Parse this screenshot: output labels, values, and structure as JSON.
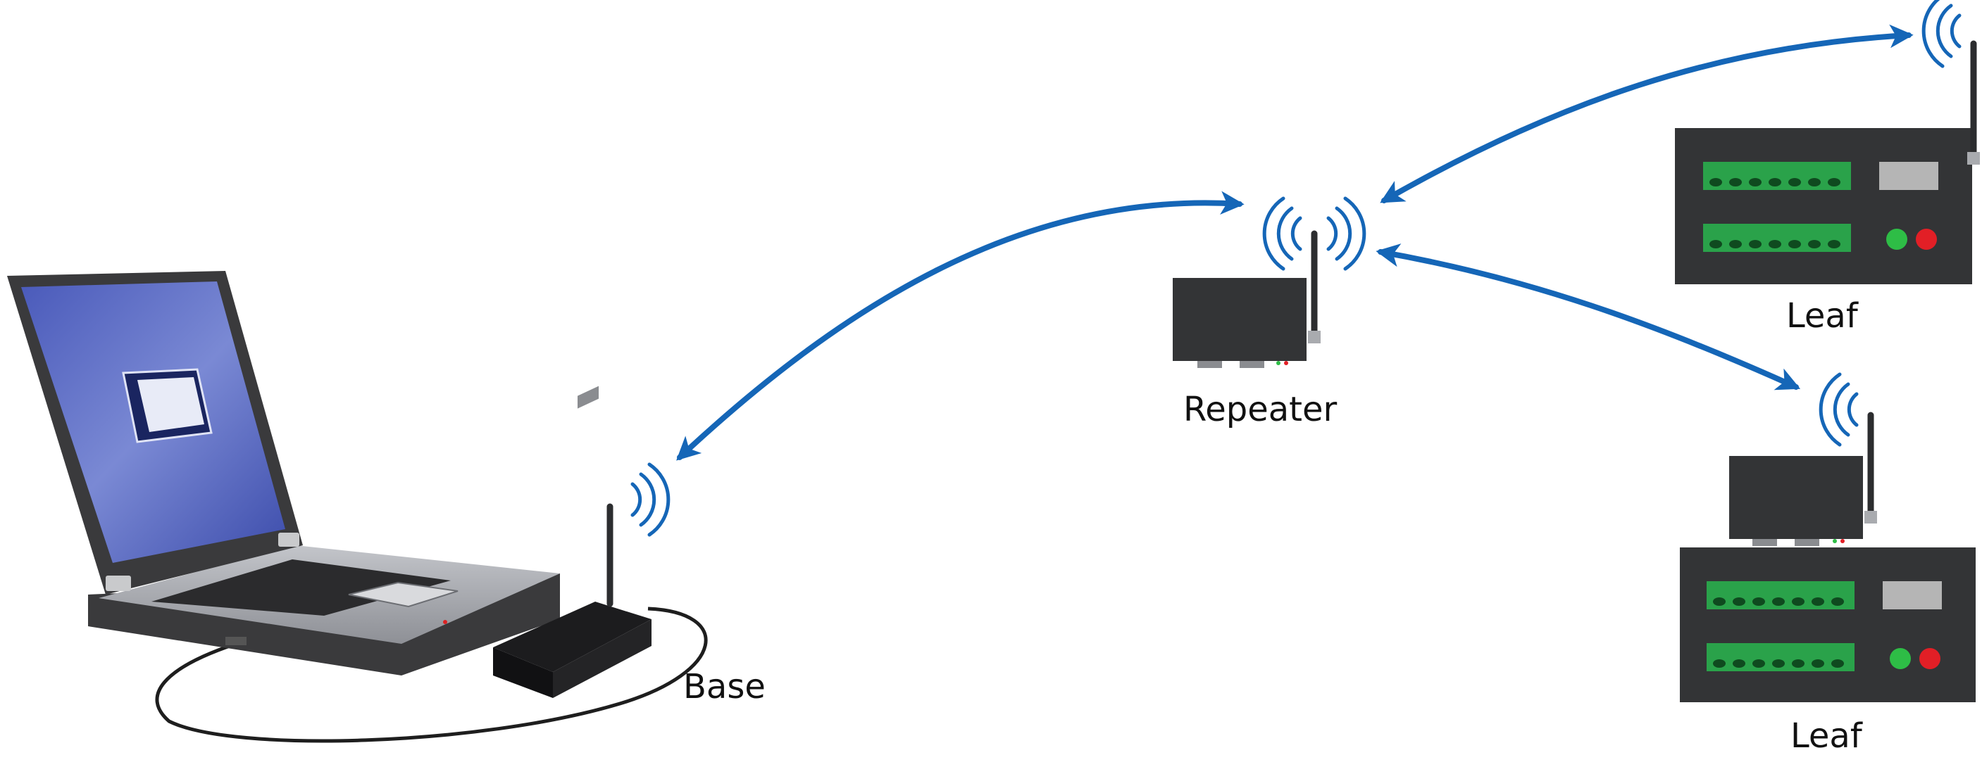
{
  "labels": {
    "base": "Base",
    "repeater": "Repeater",
    "leaf_top": "Leaf",
    "leaf_bottom": "Leaf"
  },
  "colors": {
    "link": "#1566b7",
    "device_body": "#333436",
    "antenna": "#2c2d2f",
    "terminal_green": "#2aa24a",
    "terminal_dot": "#0f4a1f",
    "panel_gray": "#b5b5b5",
    "led_green": "#2ebd46",
    "led_red": "#e21f26",
    "laptop_screen": "#5d6fc2",
    "laptop_body": "#3a3a3c",
    "laptop_deck": "#a6a8ad",
    "keyboard": "#2b2b2d"
  },
  "icons": {
    "wireless": "wireless-signal-icon",
    "arrow": "double-headed-arrow-icon"
  }
}
